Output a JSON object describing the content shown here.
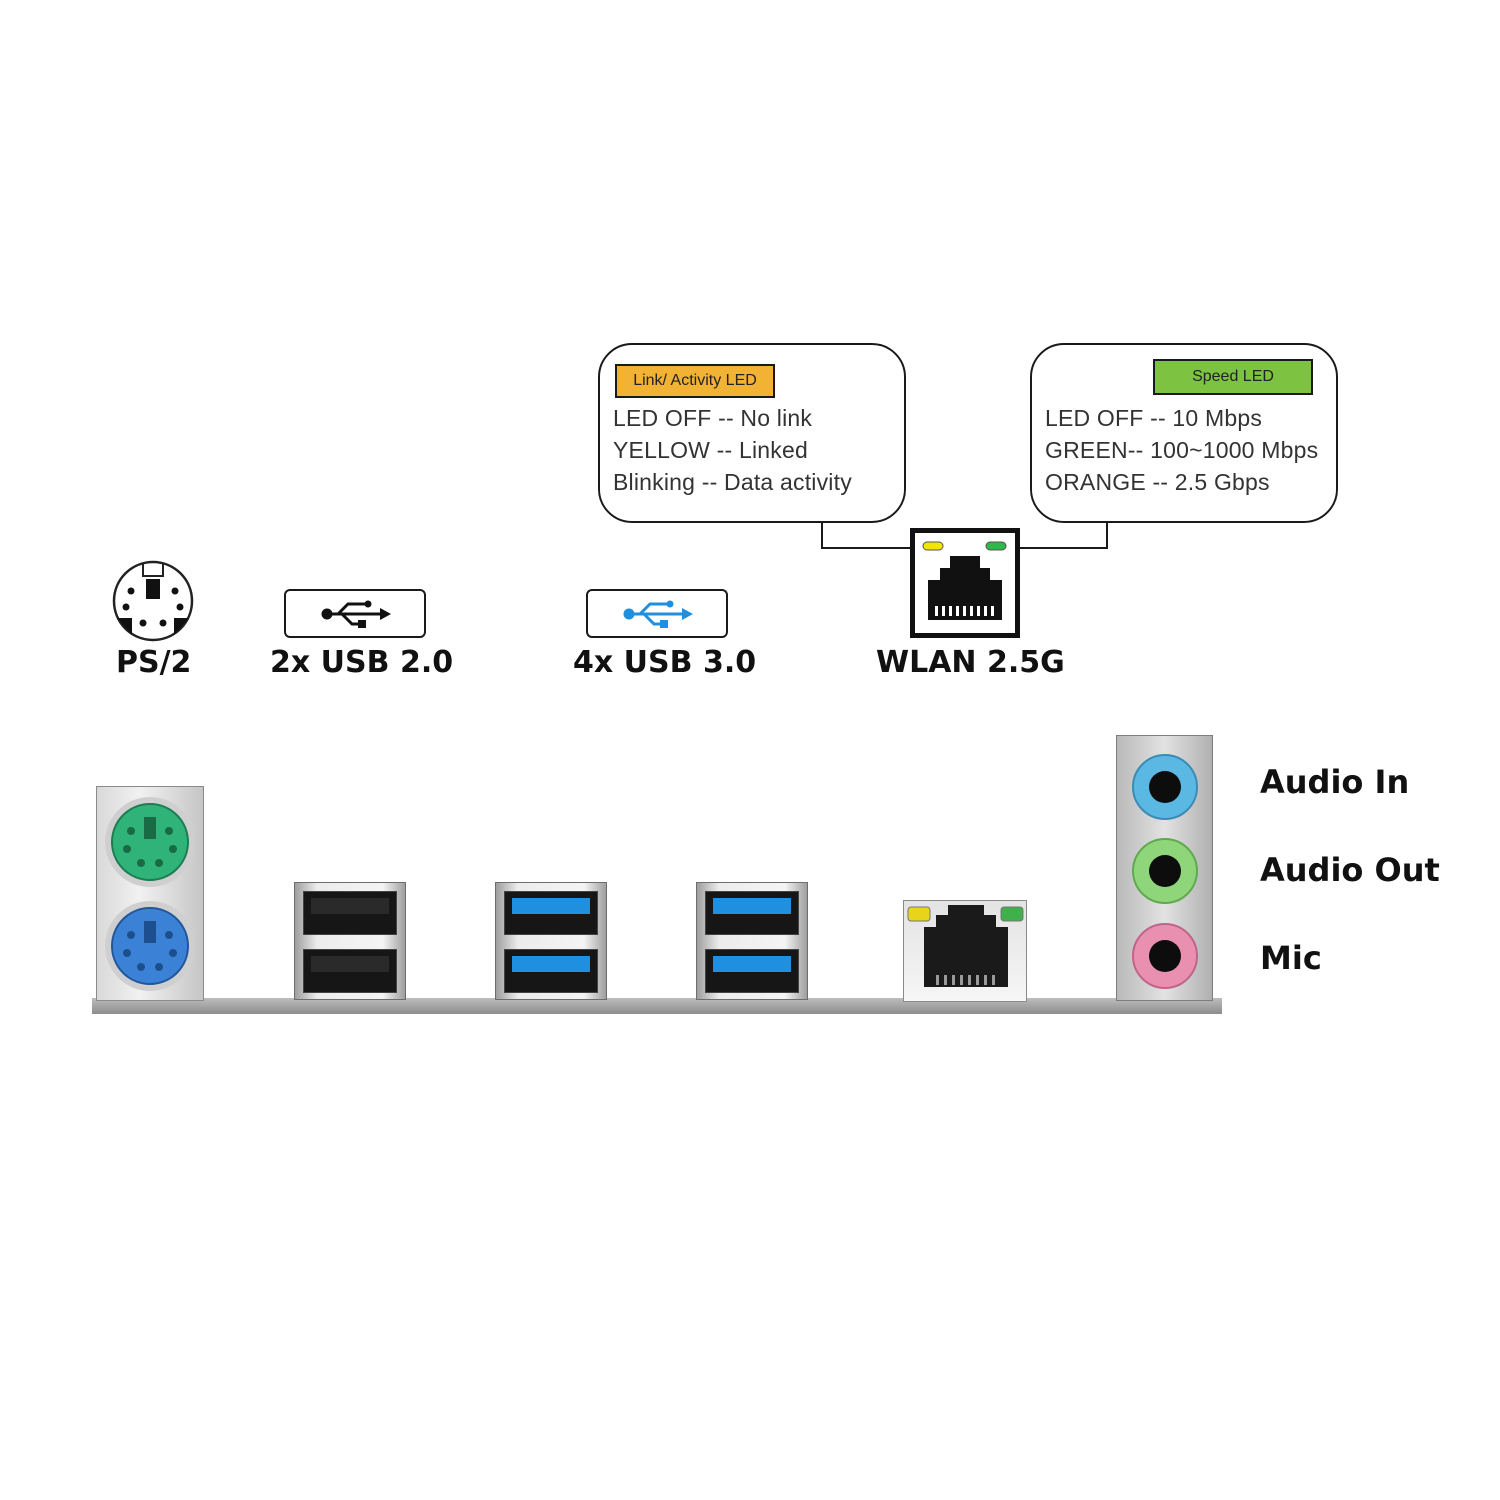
{
  "colors": {
    "link_tag": "#f2b233",
    "speed_tag": "#7dc241",
    "usb3_blue": "#1f8fe0",
    "ps2_green": "#2fb378",
    "ps2_blue": "#3b82d6",
    "jack_blue": "#5ab8e3",
    "jack_green": "#8fd67a",
    "jack_pink": "#e98fb0"
  },
  "link_callout": {
    "tag": "Link/ Activity LED",
    "lines": [
      "LED OFF -- No link",
      "YELLOW -- Linked",
      "Blinking -- Data activity"
    ]
  },
  "speed_callout": {
    "tag": "Speed LED",
    "lines": [
      "LED OFF -- 10 Mbps",
      "GREEN-- 100~1000 Mbps",
      "ORANGE -- 2.5 Gbps"
    ]
  },
  "labels": {
    "ps2": "PS/2",
    "usb2": "2x USB 2.0",
    "usb3": "4x USB 3.0",
    "wlan": "WLAN 2.5G"
  },
  "audio": {
    "in": "Audio In",
    "out": "Audio Out",
    "mic": "Mic"
  },
  "icons": [
    "ps2-connector-icon",
    "usb-icon",
    "usb3-icon",
    "ethernet-port-icon"
  ]
}
